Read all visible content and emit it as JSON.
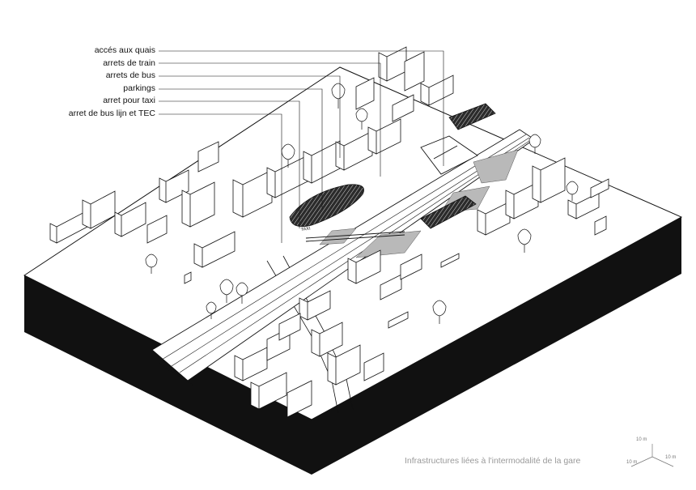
{
  "legend": {
    "items": [
      {
        "label": "accés aux quais"
      },
      {
        "label": "arrets de train"
      },
      {
        "label": "arrets de bus"
      },
      {
        "label": "parkings"
      },
      {
        "label": "arret pour taxi"
      },
      {
        "label": "arret de bus lijn et TEC"
      }
    ]
  },
  "caption": "Infrastructures liées à l'intermodalité de la gare",
  "scale": {
    "vertical": "10 m",
    "left": "10 m",
    "right": "10 m"
  },
  "map_labels": {
    "taxi": "TAXI"
  },
  "colors": {
    "ink": "#111111",
    "plate": "#111111",
    "zone_fill": "#b9b9b9",
    "parking_fill": "#333333",
    "caption": "#9a9a9a"
  }
}
